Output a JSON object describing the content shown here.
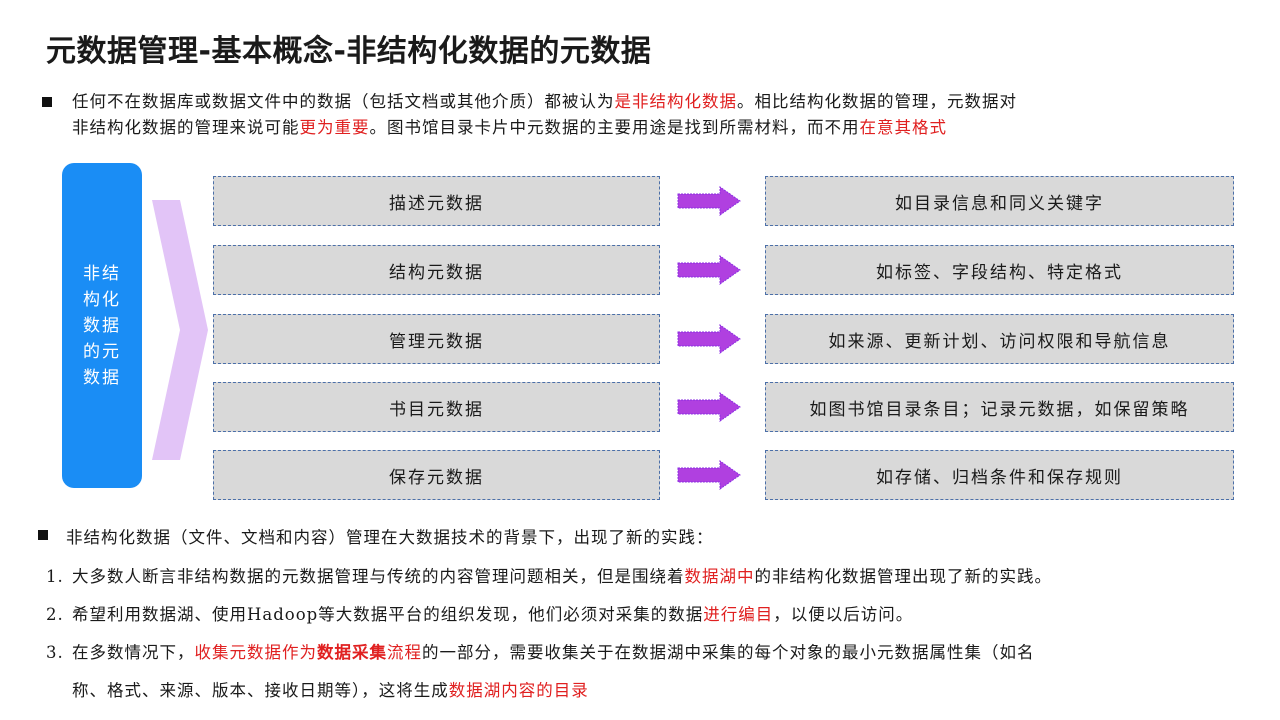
{
  "title": "元数据管理-基本概念-非结构化数据的元数据",
  "intro": {
    "p1": "任何不在数据库或数据文件中的数据（包括文档或其他介质）都被认为",
    "p1_red": "是非结构化数据",
    "p2": "。相比结构化数据的管理，元数据对",
    "p3": "非结构化数据的管理来说可能",
    "p3_red": "更为重要",
    "p4": "。图书馆目录卡片中元数据的主要用途是找到所需材料，而不用",
    "p4_red": "在意其格式"
  },
  "side_label": "非结构化数据的元数据",
  "rows": [
    {
      "type": "描述元数据",
      "example": "如目录信息和同义关键字"
    },
    {
      "type": "结构元数据",
      "example": "如标签、字段结构、特定格式"
    },
    {
      "type": "管理元数据",
      "example": "如来源、更新计划、访问权限和导航信息"
    },
    {
      "type": "书目元数据",
      "example": "如图书馆目录条目；记录元数据，如保留策略"
    },
    {
      "type": "保存元数据",
      "example": "如存储、归档条件和保存规则"
    }
  ],
  "practice": {
    "heading": "非结构化数据（文件、文档和内容）管理在大数据技术的背景下，出现了新的实践：",
    "items": [
      {
        "num": "1.",
        "a": "大多数人断言非结构数据的元数据管理与传统的内容管理问题相关，但是围绕着",
        "red": "数据湖中",
        "b": "的非结构化数据管理出现了新的实践。"
      },
      {
        "num": "2.",
        "a": "希望利用数据湖、使用Hadoop等大数据平台的组织发现，他们必须对采集的数据",
        "red": "进行编目",
        "b": "，以便以后访问。"
      },
      {
        "num": "3.",
        "a": "在多数情况下，",
        "red": "收集元数据作为",
        "redb": "数据采集",
        "red2": "流程",
        "b": "的一部分，需要收集关于在数据湖中采集的每个对象的最小元数据属性集（如名",
        "line2a": "称、格式、来源、版本、接收日期等），这将生成",
        "line2red": "数据湖内容的目录"
      }
    ]
  },
  "colors": {
    "accent_blue": "#1a8df5",
    "highlight_red": "#e02020",
    "arrow_purple": "#b040e0",
    "chevron_lilac": "#e2c4f7",
    "box_gray": "#d9d9d9"
  }
}
